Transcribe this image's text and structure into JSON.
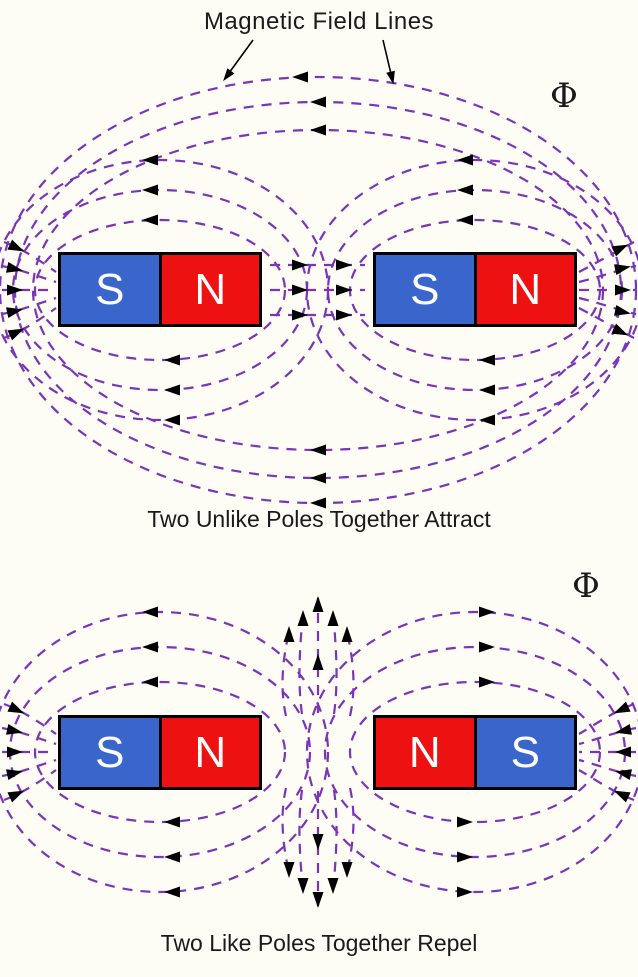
{
  "colors": {
    "background": "#FDFDF6",
    "field_line": "#7B33B8",
    "magnet_blue": "#3A66CC",
    "magnet_red": "#EE1111",
    "magnet_border": "#000000",
    "text": "#1A1A1A",
    "pole_text": "#FFFFFF",
    "arrow": "#000000"
  },
  "title": "Magnetic Field Lines",
  "top_diagram": {
    "flux_symbol": "Φ",
    "left_magnet": {
      "left_pole": "S",
      "right_pole": "N"
    },
    "right_magnet": {
      "left_pole": "S",
      "right_pole": "N"
    },
    "caption": "Two Unlike Poles Together Attract"
  },
  "bottom_diagram": {
    "flux_symbol": "Φ",
    "left_magnet": {
      "left_pole": "S",
      "right_pole": "N"
    },
    "right_magnet": {
      "left_pole": "N",
      "right_pole": "S"
    },
    "caption": "Two Like Poles Together Repel"
  }
}
